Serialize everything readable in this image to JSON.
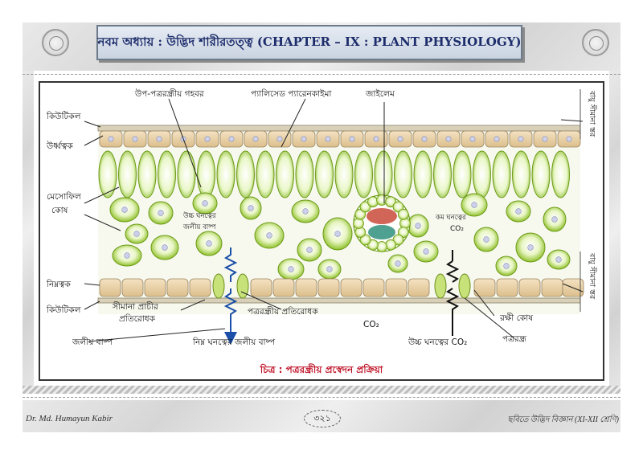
{
  "header": {
    "title": "নবম অধ্যায় : উদ্ভিদ শারীরতত্ত্ব (CHAPTER – IX : PLANT PHYSIOLOGY)"
  },
  "diagram": {
    "labels": {
      "sub_stomatal_cavity": "উপ-পত্ররন্ধ্রীয় গহবর",
      "palisade": "প্যালিসেড প্যারেনকাইমা",
      "xylem": "জাইলেম",
      "cuticle_top": "কিউটিকল",
      "upper_epidermis": "উর্ধ্বত্বক",
      "mesophyll_1": "মেসোফিল",
      "mesophyll_2": "কোষ",
      "high_conc_vapour_1": "উচ্চ ঘনত্বের",
      "high_conc_vapour_2": "জলীয় বাষ্প",
      "low_co2_1": "কম ঘনত্বের",
      "low_co2_2": "CO₂",
      "lower_epidermis": "নিম্নত্বক",
      "cuticle_bottom": "কিউটিকল",
      "boundary_res_1": "সীমানা প্রাচীর",
      "boundary_res_2": "প্রতিরোধক",
      "stomatal_res": "পত্ররন্ধ্রীয় প্রতিরোধক",
      "co2_left": "CO₂",
      "guard_cell": "রক্ষী কোষ",
      "stoma": "পত্ররন্ধ্র",
      "water_vapour": "জলীয় বাষ্প",
      "low_conc_vapour": "নিম্ন ঘনত্বের জলীয় বাষ্প",
      "high_conc_co2": "উচ্চ ঘনত্বের CO₂",
      "boundary_top": "বায়ু সীমানা স্তর",
      "boundary_bottom": "বায়ু সীমানা স্তর"
    },
    "caption": "চিত্র : পত্ররন্ধ্রীয় প্রস্বেদন প্রক্রিয়া"
  },
  "footer": {
    "author": "Dr. Md. Humayun Kabir",
    "page": "৩২১",
    "book": "ছবিতে উদ্ভিদ বিজ্ঞান (XI-XII শ্রেণি)"
  },
  "colors": {
    "title_text": "#1d2d6b",
    "caption_text": "#c0152a",
    "mesophyll_green": "#a9d33a",
    "epidermis_tan": "#e9d2a8",
    "xylem_red": "#c94a3a",
    "phloem_teal": "#2f8f7c"
  }
}
